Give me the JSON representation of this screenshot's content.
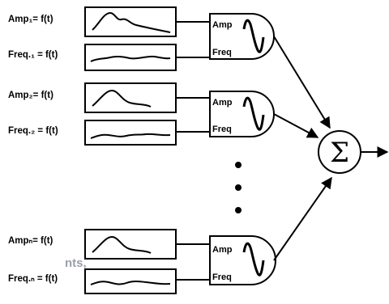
{
  "generators": [
    {
      "amp_label": "Amp₁= f(t)",
      "freq_label": "Freq.₁ = f(t)"
    },
    {
      "amp_label": "Amp₂= f(t)",
      "freq_label": "Freq.₂ = f(t)"
    },
    {
      "amp_label": "Ampₙ= f(t)",
      "freq_label": "Freq.ₙ = f(t)"
    }
  ],
  "oscillator": {
    "amp_input_label": "Amp",
    "freq_input_label": "Freq"
  },
  "summer": {
    "symbol": "Σ"
  },
  "stray_text": "nts,"
}
